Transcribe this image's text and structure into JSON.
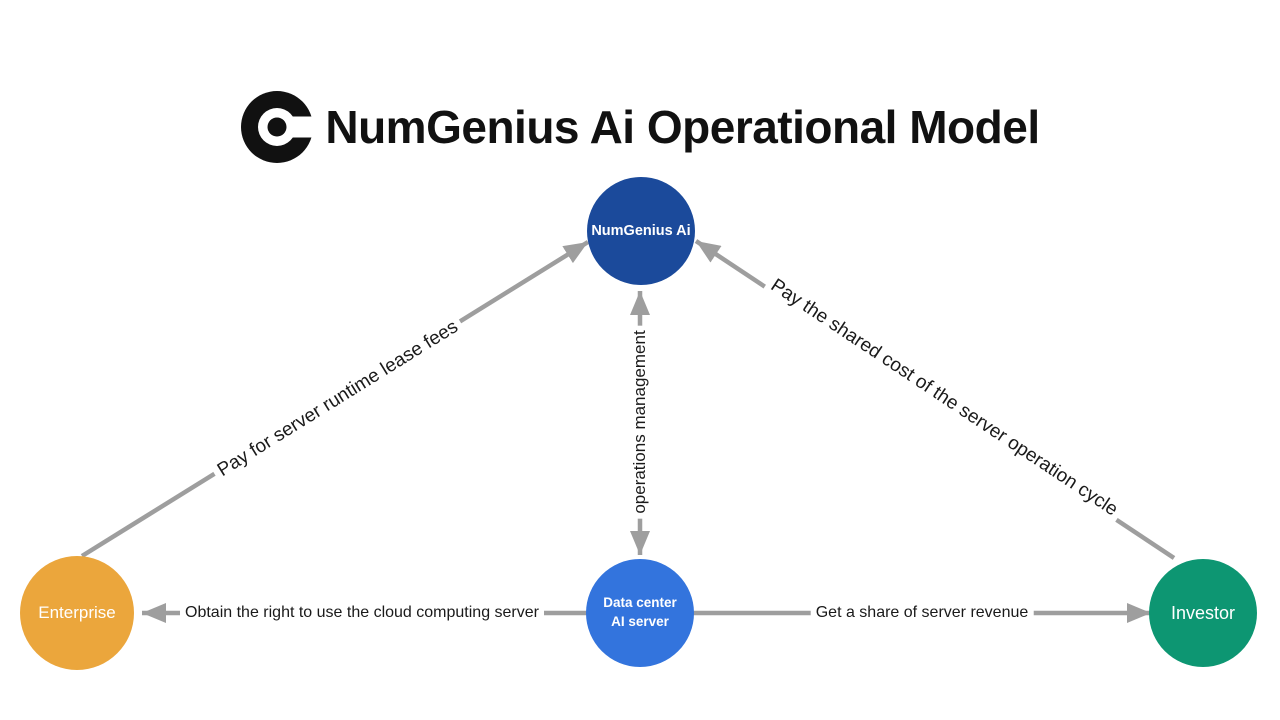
{
  "title": {
    "text": "NumGenius Ai Operational Model",
    "logo_icon": "c-ring-dot-logo"
  },
  "nodes": {
    "numgenius": {
      "label": "NumGenius Ai",
      "color": "#1b4a9b"
    },
    "enterprise": {
      "label": "Enterprise",
      "color": "#eba63c"
    },
    "datacenter": {
      "label_line1": "Data center",
      "label_line2": "AI server",
      "color": "#3374dd"
    },
    "investor": {
      "label": "Investor",
      "color": "#0d9672"
    }
  },
  "edges": {
    "enterprise_to_numgenius": {
      "label": "Pay for server runtime lease fees",
      "direction": "enterprise → numgenius"
    },
    "investor_to_numgenius": {
      "label": "Pay the shared cost of the server operation cycle",
      "direction": "investor → numgenius"
    },
    "datacenter_numgenius": {
      "label": "operations management",
      "direction": "datacenter ↔ numgenius"
    },
    "datacenter_to_enterprise": {
      "label": "Obtain the right to use the cloud computing server",
      "direction": "datacenter → enterprise"
    },
    "datacenter_to_investor": {
      "label": "Get a share of server revenue",
      "direction": "datacenter → investor"
    }
  },
  "colors": {
    "line": "#9e9e9e",
    "label_text": "#1a1a1a",
    "node_text": "#ffffff",
    "title_text": "#111111"
  }
}
